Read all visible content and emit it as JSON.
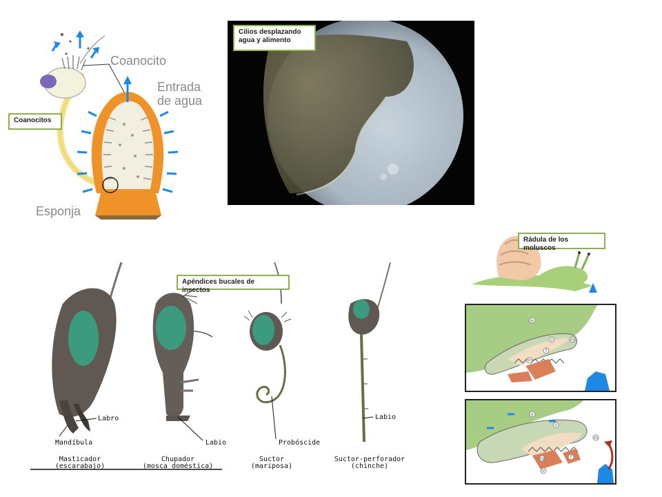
{
  "sponge": {
    "label_coanocito": "Coanocito",
    "label_entrada_1": "Entrada",
    "label_entrada_2": "de agua",
    "label_esponja": "Esponja",
    "tag_coanocitos": "Coanocitos"
  },
  "micro": {
    "tag_cilios_1": "Cilios desplazando",
    "tag_cilios_2": "agua y alimento"
  },
  "insects": {
    "tag": "Apéndices bucales de insectos",
    "labels": {
      "labro": "Labro",
      "mandibula": "Mandíbula",
      "labio_fly": "Labio",
      "proboscide": "Probóscide",
      "labio_bug": "Labio"
    },
    "types": [
      {
        "name": "Masticador",
        "example": "(escarabajo)"
      },
      {
        "name": "Chupador",
        "example": "(mosca doméstica)"
      },
      {
        "name": "Suctor",
        "example": "(mariposa)"
      },
      {
        "name": "Suctor-perforador",
        "example": "(chinche)"
      }
    ]
  },
  "mollusc": {
    "tag": "Rádula de los moluscos",
    "markers": [
      "e",
      "o",
      "m",
      "f",
      "rr",
      "e",
      "o",
      "m",
      "f",
      "mp",
      "rr"
    ]
  },
  "colors": {
    "tag_border": "#8bb04c",
    "sponge_wall": "#f0922a",
    "water_arrow": "#1e88e5",
    "snail_body": "#a8cf7a",
    "radula_bg": "#a7cc84"
  }
}
